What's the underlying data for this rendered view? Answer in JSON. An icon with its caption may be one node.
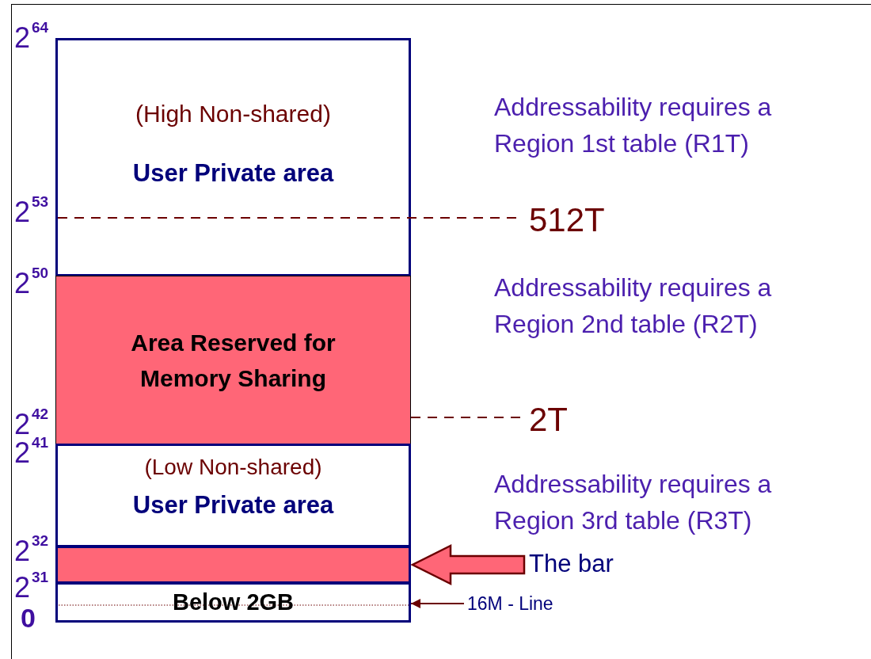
{
  "diagram": {
    "nodes": [
      {
        "text": [
          "(High Non-shared)",
          "User Private area"
        ]
      },
      {
        "text": [
          "Area Reserved for Memory Sharing"
        ]
      },
      {
        "text": [
          "(Low Non-shared)",
          "User Private area"
        ]
      },
      {
        "text": [],
        "shape": "box"
      },
      {
        "text": [
          "Below 2GB"
        ]
      },
      {
        "text": [
          "512T"
        ]
      },
      {
        "text": [
          "2T"
        ]
      },
      {
        "text": [
          "The bar"
        ]
      },
      {
        "text": [
          "16M - Line"
        ]
      }
    ],
    "edges": [
      {
        "from": 0,
        "to": 5,
        "arrow": "none",
        "style": "dashed"
      },
      {
        "from": 1,
        "to": 6,
        "arrow": "none",
        "style": "dashed"
      },
      {
        "from": 7,
        "to": 3,
        "arrow": "to",
        "style": "thick",
        "color": "#ff6677"
      },
      {
        "from": 8,
        "to": 4,
        "arrow": "to"
      }
    ],
    "labels": [
      "2$^{64}$",
      "Addressability requires a Region 1st table (R1T)",
      "2$^{53}$",
      "2$^{50}$",
      "Addressability requires a Region 2nd table (R2T)",
      "2$^{42}$",
      "2$^{41}$",
      "Addressability requires a Region 3rd table (R3T)",
      "2$^{32}$",
      "2$^{31}$",
      "0"
    ]
  }
}
